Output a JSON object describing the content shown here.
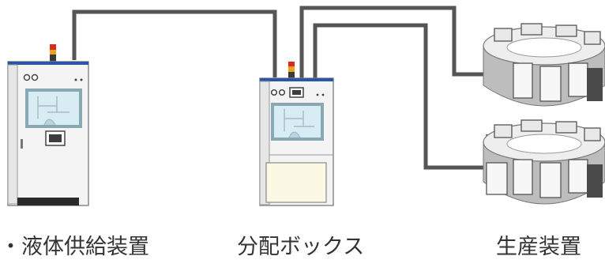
{
  "labels": {
    "supply": "・液体供給装置",
    "distribution": "分配ボックス",
    "production": "生産装置"
  },
  "colors": {
    "pipe": "#555555",
    "cabinet_body": "#f4f4f4",
    "cabinet_outline": "#8a8a8a",
    "top_band": "#2b56a6",
    "lamp_red": "#d92a1e",
    "lamp_amber": "#f0a020",
    "window_frame": "#8aa8b4",
    "window_glass": "#d7edf3",
    "drawer_fill": "#fbf8e3",
    "base_dark": "#2a2a2a",
    "machine_body": "#bdbdbd",
    "machine_top": "#eeeeee",
    "machine_panel": "#f7f7f7"
  },
  "icons": [
    "signal-lamp-icon",
    "touch-screen-icon",
    "pipe-connection-icon"
  ]
}
